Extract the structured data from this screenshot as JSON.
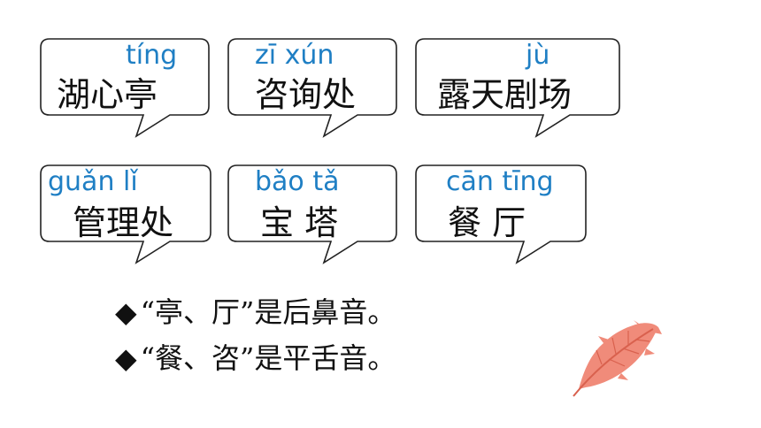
{
  "bubbles": [
    {
      "pinyin": "tíng",
      "hanzi": "湖心亭"
    },
    {
      "pinyin": "zī xún",
      "hanzi": "咨询处"
    },
    {
      "pinyin": "jù",
      "hanzi": "露天剧场"
    },
    {
      "pinyin": "guǎn lǐ",
      "hanzi": "管理处"
    },
    {
      "pinyin": "bǎo  tǎ",
      "hanzi": "宝 塔"
    },
    {
      "pinyin": "cān tīng",
      "hanzi": "餐 厅"
    }
  ],
  "notes": [
    {
      "bullet": "◆",
      "text": "“亭、厅”是后鼻音。"
    },
    {
      "bullet": "◆",
      "text": "“餐、咨”是平舌音。"
    }
  ],
  "colors": {
    "pinyin": "#1f7fc4",
    "leaf": "#f08b7a",
    "leaf_vein": "#d9614e"
  },
  "icons": {
    "leaf": "maple-leaf-icon"
  }
}
